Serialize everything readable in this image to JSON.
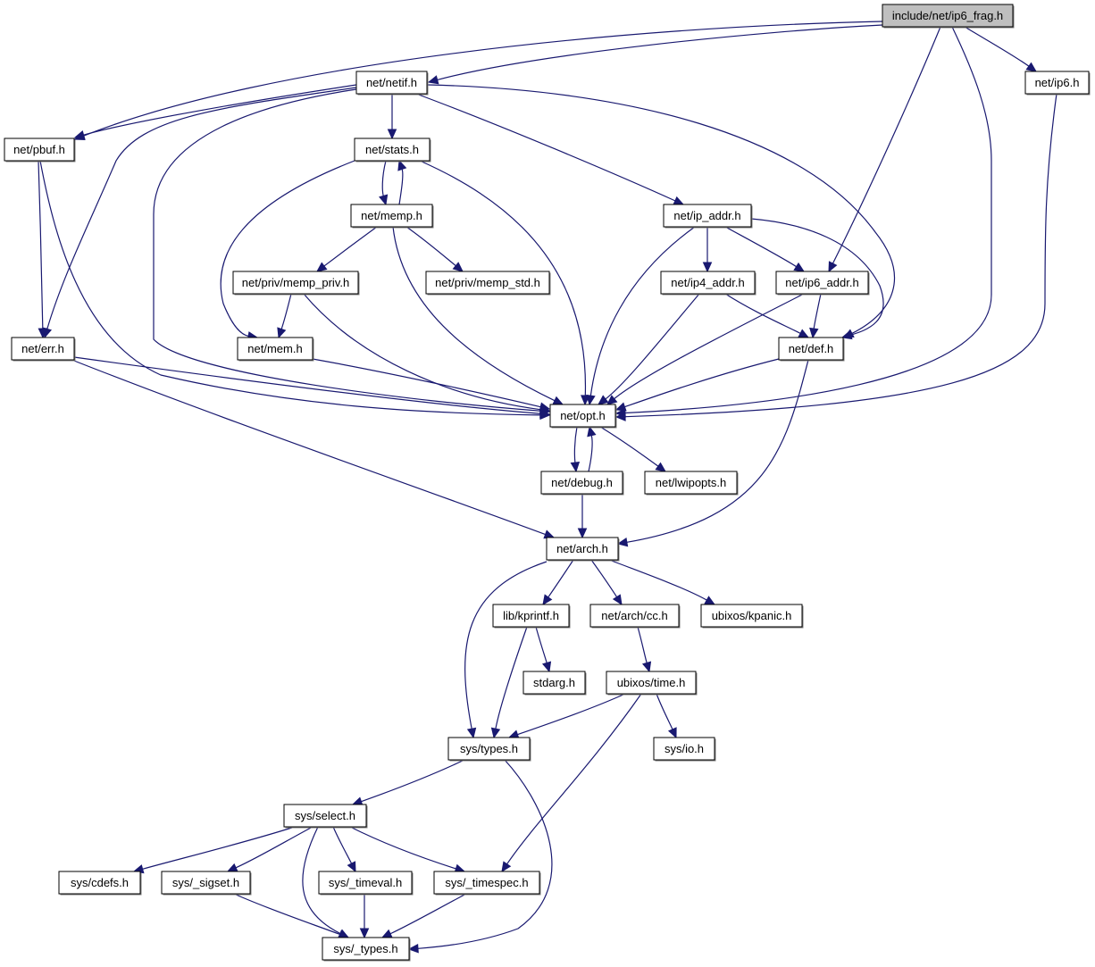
{
  "title": "include/net/ip6_frag.h include dependency graph",
  "colors": {
    "edge": "#191970",
    "node_fill": "#ffffff",
    "root_fill": "#bfbfbf",
    "node_border": "#000000"
  },
  "nodes": [
    {
      "id": "ip6_frag",
      "label": "include/net/ip6_frag.h",
      "root": true
    },
    {
      "id": "netif",
      "label": "net/netif.h"
    },
    {
      "id": "ip6",
      "label": "net/ip6.h"
    },
    {
      "id": "pbuf",
      "label": "net/pbuf.h"
    },
    {
      "id": "stats",
      "label": "net/stats.h"
    },
    {
      "id": "memp",
      "label": "net/memp.h"
    },
    {
      "id": "ip_addr",
      "label": "net/ip_addr.h"
    },
    {
      "id": "memp_priv",
      "label": "net/priv/memp_priv.h"
    },
    {
      "id": "memp_std",
      "label": "net/priv/memp_std.h"
    },
    {
      "id": "ip4_addr",
      "label": "net/ip4_addr.h"
    },
    {
      "id": "ip6_addr",
      "label": "net/ip6_addr.h"
    },
    {
      "id": "mem",
      "label": "net/mem.h"
    },
    {
      "id": "err",
      "label": "net/err.h"
    },
    {
      "id": "def",
      "label": "net/def.h"
    },
    {
      "id": "opt",
      "label": "net/opt.h"
    },
    {
      "id": "debug",
      "label": "net/debug.h"
    },
    {
      "id": "lwipopts",
      "label": "net/lwipopts.h"
    },
    {
      "id": "arch",
      "label": "net/arch.h"
    },
    {
      "id": "kprintf",
      "label": "lib/kprintf.h"
    },
    {
      "id": "cc",
      "label": "net/arch/cc.h"
    },
    {
      "id": "kpanic",
      "label": "ubixos/kpanic.h"
    },
    {
      "id": "stdarg",
      "label": "stdarg.h"
    },
    {
      "id": "time",
      "label": "ubixos/time.h"
    },
    {
      "id": "types",
      "label": "sys/types.h"
    },
    {
      "id": "io",
      "label": "sys/io.h"
    },
    {
      "id": "select",
      "label": "sys/select.h"
    },
    {
      "id": "cdefs",
      "label": "sys/cdefs.h"
    },
    {
      "id": "sigset",
      "label": "sys/_sigset.h"
    },
    {
      "id": "timeval",
      "label": "sys/_timeval.h"
    },
    {
      "id": "timespec",
      "label": "sys/_timespec.h"
    },
    {
      "id": "_types",
      "label": "sys/_types.h"
    }
  ],
  "edges": [
    {
      "from": "ip6_frag",
      "to": "netif"
    },
    {
      "from": "ip6_frag",
      "to": "pbuf"
    },
    {
      "from": "ip6_frag",
      "to": "ip6"
    },
    {
      "from": "ip6_frag",
      "to": "ip6_addr"
    },
    {
      "from": "ip6_frag",
      "to": "opt"
    },
    {
      "from": "netif",
      "to": "pbuf"
    },
    {
      "from": "netif",
      "to": "err"
    },
    {
      "from": "netif",
      "to": "stats"
    },
    {
      "from": "netif",
      "to": "opt"
    },
    {
      "from": "netif",
      "to": "ip_addr"
    },
    {
      "from": "netif",
      "to": "def"
    },
    {
      "from": "ip6",
      "to": "opt"
    },
    {
      "from": "pbuf",
      "to": "err"
    },
    {
      "from": "pbuf",
      "to": "opt"
    },
    {
      "from": "stats",
      "to": "memp"
    },
    {
      "from": "stats",
      "to": "mem"
    },
    {
      "from": "stats",
      "to": "opt"
    },
    {
      "from": "memp",
      "to": "stats"
    },
    {
      "from": "memp",
      "to": "memp_priv"
    },
    {
      "from": "memp",
      "to": "memp_std"
    },
    {
      "from": "memp",
      "to": "opt"
    },
    {
      "from": "memp_priv",
      "to": "mem"
    },
    {
      "from": "memp_priv",
      "to": "opt"
    },
    {
      "from": "ip_addr",
      "to": "ip4_addr"
    },
    {
      "from": "ip_addr",
      "to": "ip6_addr"
    },
    {
      "from": "ip_addr",
      "to": "def"
    },
    {
      "from": "ip_addr",
      "to": "opt"
    },
    {
      "from": "ip4_addr",
      "to": "def"
    },
    {
      "from": "ip4_addr",
      "to": "opt"
    },
    {
      "from": "ip6_addr",
      "to": "def"
    },
    {
      "from": "ip6_addr",
      "to": "opt"
    },
    {
      "from": "mem",
      "to": "opt"
    },
    {
      "from": "err",
      "to": "opt"
    },
    {
      "from": "err",
      "to": "arch"
    },
    {
      "from": "def",
      "to": "opt"
    },
    {
      "from": "def",
      "to": "arch"
    },
    {
      "from": "opt",
      "to": "debug"
    },
    {
      "from": "opt",
      "to": "lwipopts"
    },
    {
      "from": "debug",
      "to": "opt"
    },
    {
      "from": "debug",
      "to": "arch"
    },
    {
      "from": "arch",
      "to": "kprintf"
    },
    {
      "from": "arch",
      "to": "cc"
    },
    {
      "from": "arch",
      "to": "kpanic"
    },
    {
      "from": "arch",
      "to": "types"
    },
    {
      "from": "kprintf",
      "to": "stdarg"
    },
    {
      "from": "kprintf",
      "to": "types"
    },
    {
      "from": "cc",
      "to": "time"
    },
    {
      "from": "time",
      "to": "types"
    },
    {
      "from": "time",
      "to": "io"
    },
    {
      "from": "time",
      "to": "timespec"
    },
    {
      "from": "types",
      "to": "select"
    },
    {
      "from": "types",
      "to": "_types"
    },
    {
      "from": "select",
      "to": "cdefs"
    },
    {
      "from": "select",
      "to": "sigset"
    },
    {
      "from": "select",
      "to": "timeval"
    },
    {
      "from": "select",
      "to": "timespec"
    },
    {
      "from": "select",
      "to": "_types"
    },
    {
      "from": "sigset",
      "to": "_types"
    },
    {
      "from": "timeval",
      "to": "_types"
    },
    {
      "from": "timespec",
      "to": "_types"
    }
  ]
}
